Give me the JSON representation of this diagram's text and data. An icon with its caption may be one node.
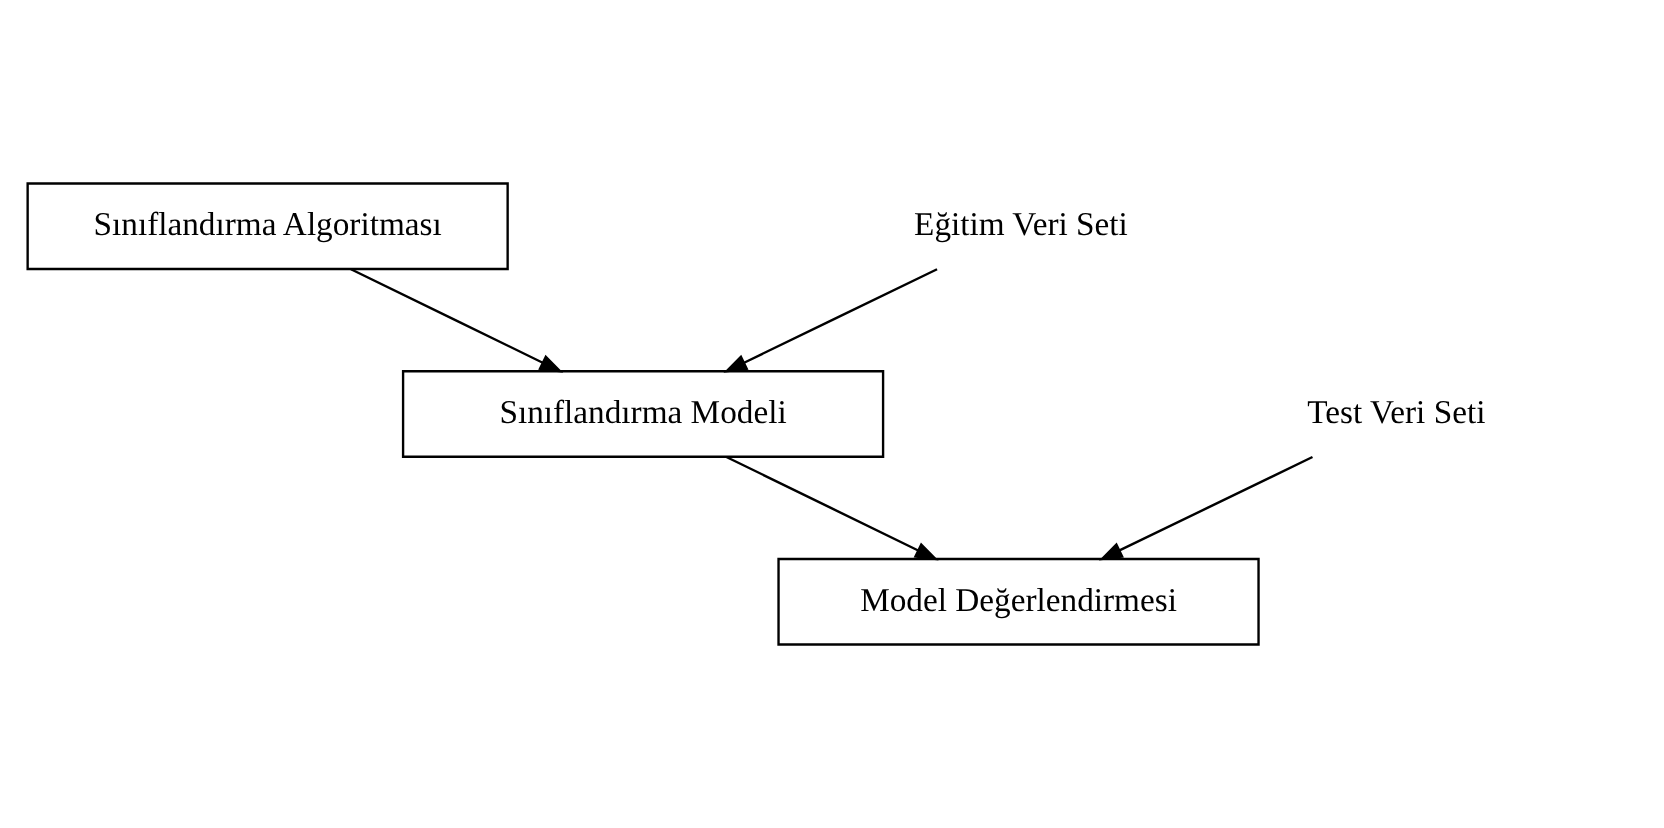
{
  "diagram": {
    "nodes": [
      {
        "text": [
          "Sınıflandırma Algoritması"
        ]
      },
      {
        "text": [
          "Eğitim Veri Seti"
        ]
      },
      {
        "text": [
          "Sınıflandırma Modeli"
        ]
      },
      {
        "text": [
          "Test Veri Seti"
        ]
      },
      {
        "text": [
          "Model Değerlendirmesi"
        ]
      }
    ],
    "edges": [
      {
        "from": 0,
        "to": 2,
        "arrow": "to"
      },
      {
        "from": 1,
        "to": 2,
        "arrow": "to"
      },
      {
        "from": 2,
        "to": 4,
        "arrow": "to"
      },
      {
        "from": 3,
        "to": 4,
        "arrow": "to"
      }
    ]
  }
}
